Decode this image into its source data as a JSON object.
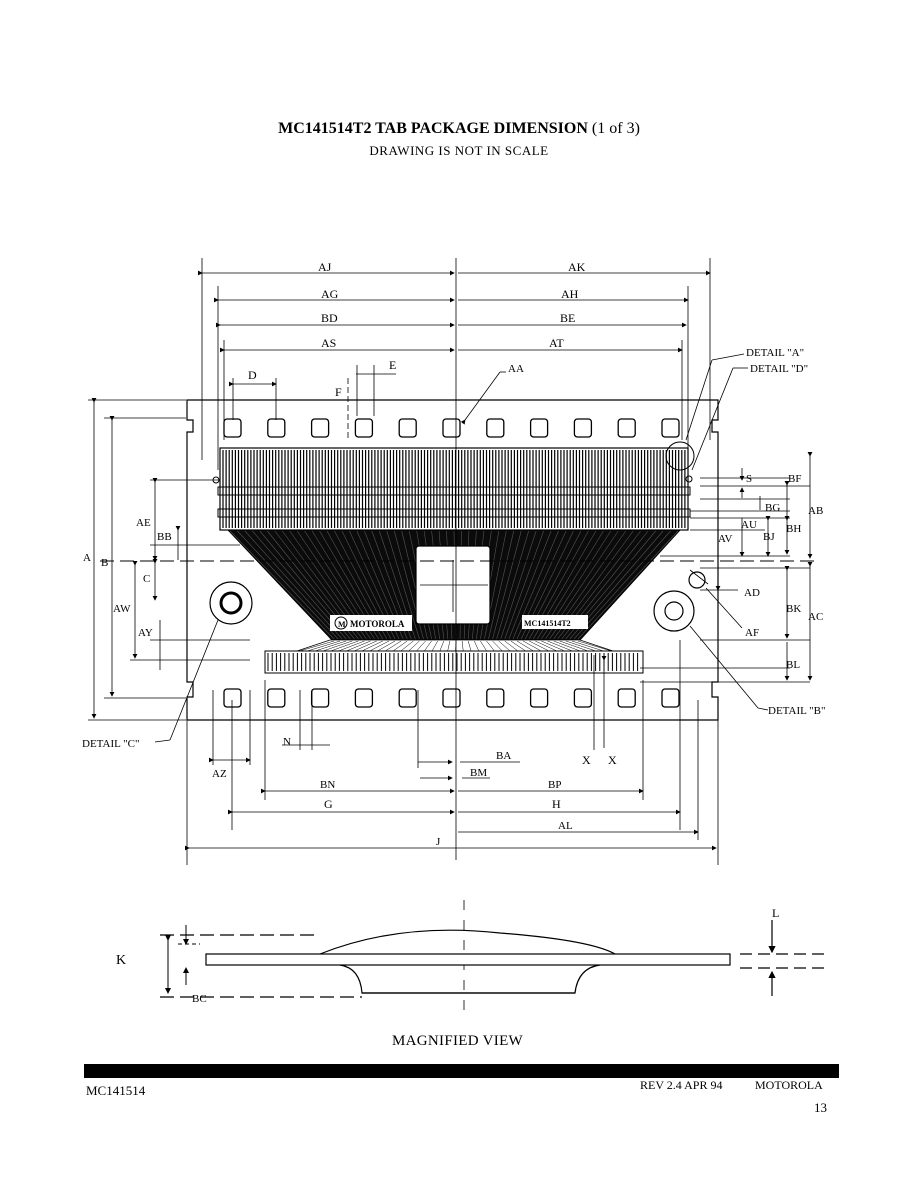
{
  "header": {
    "title": "MC141514T2 TAB PACKAGE DIMENSION",
    "title_suffix": "(1 of 3)",
    "subtitle": "DRAWING IS NOT IN SCALE"
  },
  "labels": {
    "AJ": "AJ",
    "AK": "AK",
    "AG": "AG",
    "AH": "AH",
    "BD": "BD",
    "BE": "BE",
    "AS": "AS",
    "AT": "AT",
    "D": "D",
    "E": "E",
    "F": "F",
    "AA": "AA",
    "detail_a": "DETAIL \"A\"",
    "detail_d": "DETAIL \"D\"",
    "detail_b": "DETAIL \"B\"",
    "detail_c": "DETAIL \"C\"",
    "S": "S",
    "BF": "BF",
    "BG": "BG",
    "AB": "AB",
    "AU": "AU",
    "BH": "BH",
    "AV": "AV",
    "BJ": "BJ",
    "AD": "AD",
    "BK": "BK",
    "AC": "AC",
    "AF": "AF",
    "BL": "BL",
    "AE": "AE",
    "BB": "BB",
    "A": "A",
    "B": "B",
    "C": "C",
    "AW": "AW",
    "AY": "AY",
    "N": "N",
    "AZ": "AZ",
    "BA": "BA",
    "BM": "BM",
    "X1": "X",
    "X2": "X",
    "BN": "BN",
    "BP": "BP",
    "G": "G",
    "H": "H",
    "AL": "AL",
    "J": "J",
    "K": "K",
    "L": "L",
    "BC": "BC",
    "brand_left": "MOTOROLA",
    "brand_right": "MC141514T2"
  },
  "magnified_view": "MAGNIFIED VIEW",
  "footer": {
    "part": "MC141514",
    "rev": "REV 2.4 APR 94",
    "brand": "MOTOROLA",
    "page": "13"
  }
}
